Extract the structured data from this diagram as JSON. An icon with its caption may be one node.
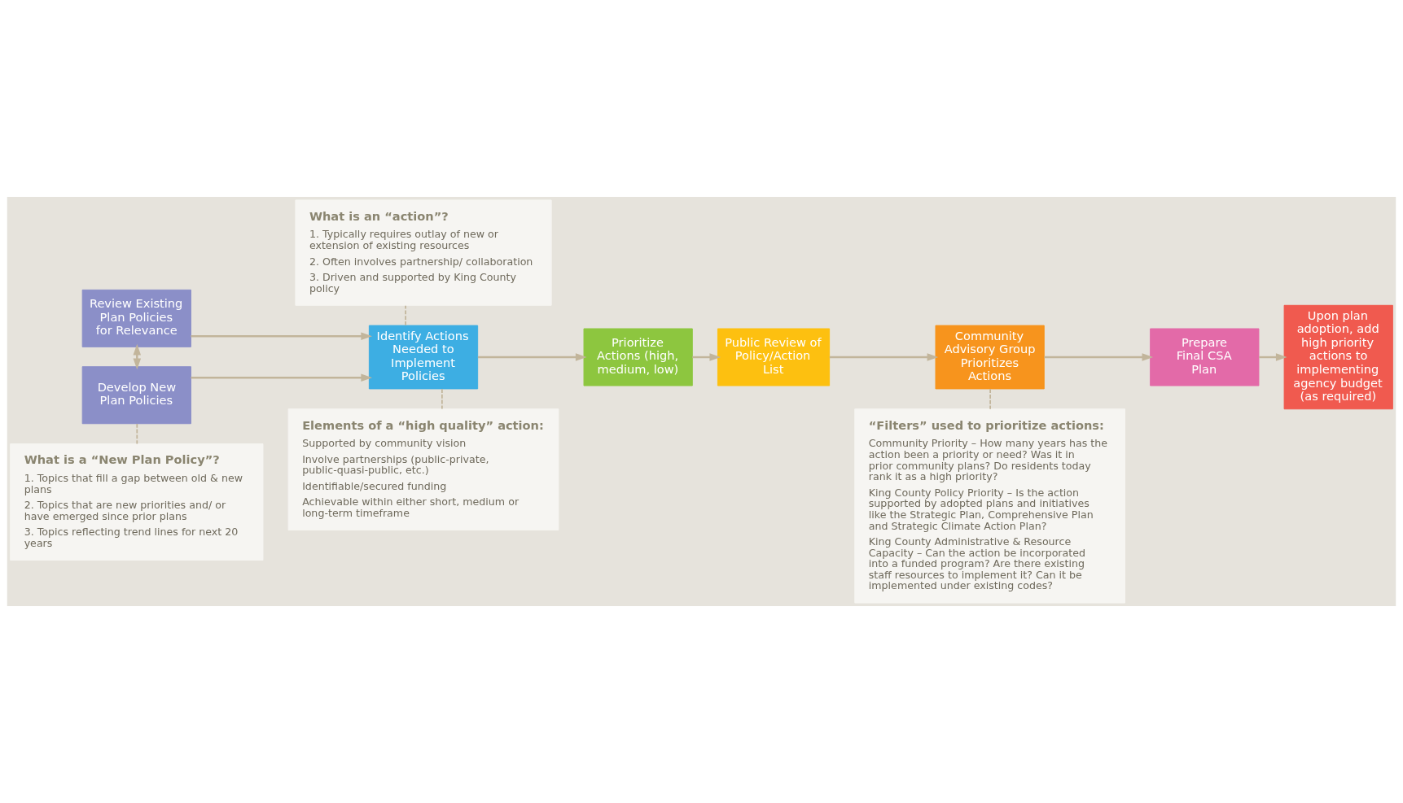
{
  "diagram": {
    "nodes": [
      {
        "text": [
          "Review Existing Plan Policies for Relevance"
        ]
      },
      {
        "text": [
          "Develop New Plan Policies"
        ]
      },
      {
        "text": [
          "Identify Actions Needed to Implement Policies"
        ]
      },
      {
        "text": [
          "Prioritize Actions (high, medium, low)"
        ]
      },
      {
        "text": [
          "Public Review of Policy/Action List"
        ]
      },
      {
        "text": [
          "Community Advisory Group Prioritizes Actions"
        ]
      },
      {
        "text": [
          "Prepare Final CSA Plan"
        ]
      },
      {
        "text": [
          "Upon plan adoption, add high priority actions to implementing agency budget (as required)"
        ]
      },
      {
        "text": [
          "What is an “action”?",
          "1. Typically requires outlay of new or extension of existing resources",
          "2. Often involves partnership/ collaboration",
          "3. Driven and supported by King County policy"
        ]
      },
      {
        "text": [
          "Elements of a “high quality” action:",
          "Supported by community vision",
          "Involve partnerships (public-private, public-quasi-public, etc.)",
          "Identifiable/secured funding",
          "Achievable within either short, medium or long-term timeframe"
        ]
      },
      {
        "text": [
          "What is a “New Plan Policy”?",
          "1. Topics that fill a gap between old & new plans",
          "2. Topics that are new priorities and/ or have emerged since prior plans",
          "3. Topics reflecting trend lines for next 20 years"
        ]
      },
      {
        "text": [
          "“Filters” used to prioritize actions:",
          "Community Priority – How many years has the action been a priority or need? Was it in prior community plans? Do residents today rank it as a high priority?",
          "King County Policy Priority – Is the action supported by adopted plans and initiatives like the Strategic Plan, Comprehensive Plan and Strategic Climate Action Plan?",
          "King County Administrative & Resource Capacity – Can the action be incorporated into a funded program? Are there existing staff resources to implement it? Can it be implemented under existing codes?"
        ]
      }
    ],
    "edges": [
      {
        "from": 0,
        "to": 1,
        "arrow": "both"
      },
      {
        "from": 0,
        "to": 2,
        "arrow": "to"
      },
      {
        "from": 1,
        "to": 2,
        "arrow": "to"
      },
      {
        "from": 2,
        "to": 3,
        "arrow": "to"
      },
      {
        "from": 3,
        "to": 4,
        "arrow": "to"
      },
      {
        "from": 4,
        "to": 5,
        "arrow": "to"
      },
      {
        "from": 5,
        "to": 6,
        "arrow": "to"
      },
      {
        "from": 6,
        "to": 7,
        "arrow": "to"
      },
      {
        "from": 2,
        "to": 8,
        "arrow": "none",
        "style": "dashed"
      },
      {
        "from": 2,
        "to": 9,
        "arrow": "none",
        "style": "dashed"
      },
      {
        "from": 1,
        "to": 10,
        "arrow": "none",
        "style": "dashed"
      },
      {
        "from": 5,
        "to": 11,
        "arrow": "none",
        "style": "dashed"
      }
    ]
  }
}
